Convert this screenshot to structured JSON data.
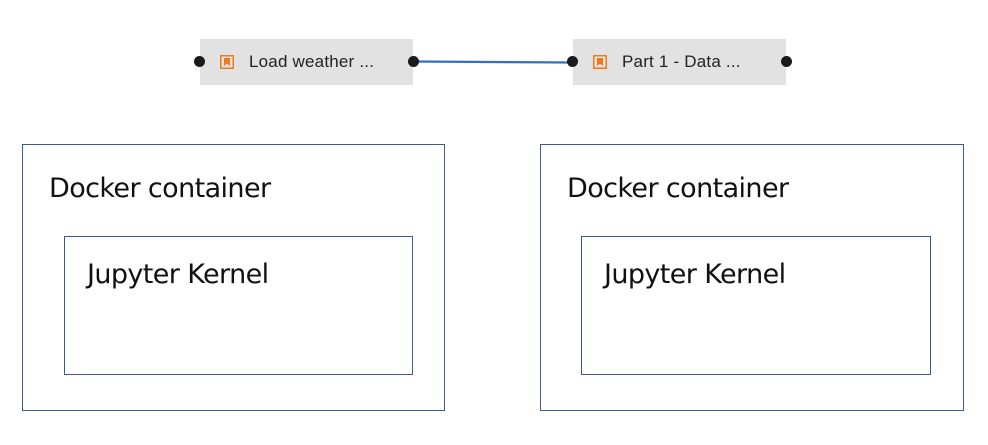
{
  "pipeline": {
    "nodes": [
      {
        "label": "Load weather ...",
        "icon": "notebook-icon"
      },
      {
        "label": "Part 1 - Data ...",
        "icon": "notebook-icon"
      }
    ],
    "link_color": "#2f6fc4",
    "icon_color": "#f07a1a"
  },
  "containers": [
    {
      "title": "Docker container",
      "inner": {
        "title": "Jupyter Kernel"
      }
    },
    {
      "title": "Docker container",
      "inner": {
        "title": "Jupyter Kernel"
      }
    }
  ]
}
